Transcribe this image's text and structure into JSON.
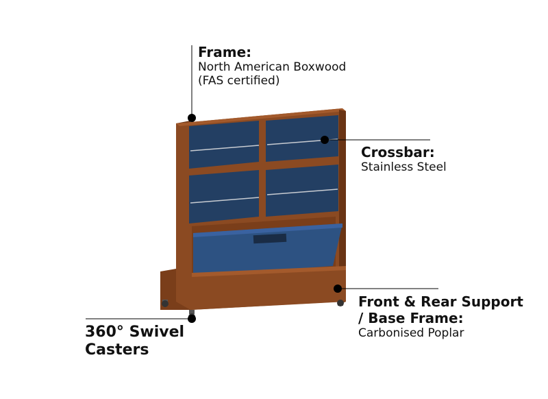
{
  "callouts": {
    "frame": {
      "title": "Frame:",
      "desc_line1": "North American Boxwood",
      "desc_line2": "(FAS certified)"
    },
    "crossbar": {
      "title": "Crossbar:",
      "desc": "Stainless Steel"
    },
    "support": {
      "title_line1": "Front & Rear Support",
      "title_line2": "/ Base Frame:",
      "desc": "Carbonised Poplar"
    },
    "casters": {
      "title_line1": "360° Swivel",
      "title_line2": "Casters"
    }
  },
  "colors": {
    "wood": "#8b4a22",
    "wood_dark": "#6a3414",
    "wood_light": "#a35a2c",
    "panel_blue": "#233f63",
    "panel_blue_light": "#2d5282",
    "steel": "#c8ccd2",
    "line": "#000000"
  }
}
